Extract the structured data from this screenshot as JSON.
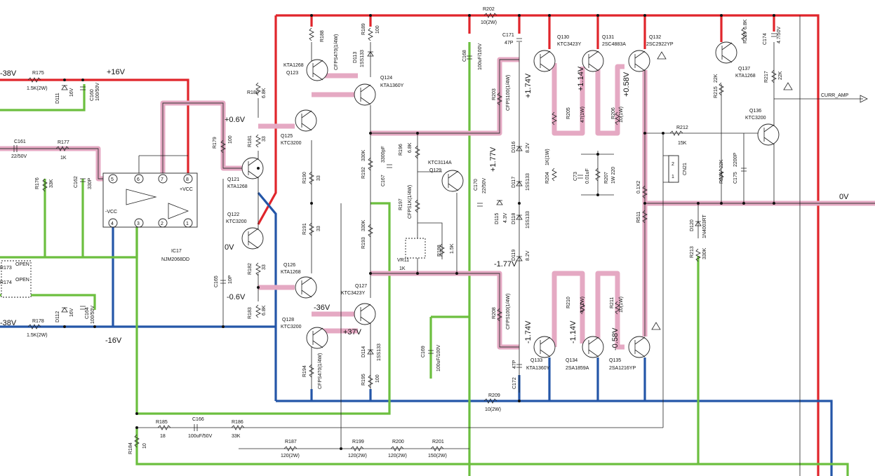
{
  "rails": {
    "pos38": "-38V",
    "neg38": "-38V",
    "pos16": "+16V",
    "neg16": "-16V",
    "out": "0V",
    "curr_amp": "CURR_AMP"
  },
  "voltages": {
    "v_p06": "+0.6V",
    "v_0": "0V",
    "v_n06": "-0.6V",
    "v_n36": "-36V",
    "v_p37": "+37V",
    "v_p177": "+1.77V",
    "v_n177": "-1.77V",
    "v_p174": "+1.74V",
    "v_n174": "-1.74V",
    "v_p114": "+1.14V",
    "v_n114": "-1.14V",
    "v_p058": "+0.58V",
    "v_n058": "-0.58V"
  },
  "parts": {
    "r175": "R175",
    "r175v": "1.5K(2W)",
    "r178": "R178",
    "r178v": "1.5K(2W)",
    "d111": "D111",
    "d111v": "16V",
    "d112": "D112",
    "d112v": "16V",
    "c160": "C160",
    "c160v": "100/50V",
    "c164": "C164",
    "c164v": "100/50V",
    "c161": "C161",
    "c161v": "22/50V",
    "r177": "R177",
    "r177v": "1K",
    "r176": "R176",
    "r176v": "33K",
    "c162": "C162",
    "c162v": "330P",
    "r173": "R173",
    "r174": "R174",
    "open1": "OPEN",
    "open2": "OPEN",
    "ic17": "IC17",
    "ic17v": "NJM2068DD",
    "vcc_p": "+VCC",
    "vcc_n": "-VCC",
    "r179": "R179",
    "r179v": "100",
    "r180": "R180",
    "r180v": "6.8K",
    "r181": "R181",
    "r181v": "33",
    "r182": "R182",
    "r182v": "33",
    "r183": "R183",
    "r183v": "6.8K",
    "c165": "C165",
    "c165v": "10P",
    "q121": "Q121",
    "q121v": "KTA1268",
    "q122": "Q122",
    "q122v": "KTC3200",
    "q123": "Q123",
    "q123v": "KTA1268",
    "q125": "Q125",
    "q125v": "KTC3200",
    "q126": "Q126",
    "q126v": "KTA1268",
    "q128": "Q128",
    "q128v": "KTC3200",
    "r188": "R188",
    "r188v": "CFPS470(1/4W)",
    "r189": "R189",
    "r189v": "100",
    "d113": "D113",
    "d113v": "1SS133",
    "q124": "Q124",
    "q124v": "KTA1360Y",
    "q127": "Q127",
    "q127v": "KTC3423Y",
    "r190": "R190",
    "r190v": "33",
    "r191": "R191",
    "r191v": "33",
    "r192": "R192",
    "r192v": "330K",
    "r193": "R193",
    "r193v": "330K",
    "c167": "C167",
    "c167v": "3300pF",
    "d114": "D114",
    "d114v": "1SS133",
    "r194": "R194",
    "r194v": "CFPS470(1/4W)",
    "r195": "R195",
    "r195v": "100",
    "r196": "R196",
    "r196v": "6.8K",
    "r197": "R197",
    "r197v": "CFPS1K(1/4W)",
    "q129": "Q129",
    "q129v": "KTC3114A",
    "vr11": "VR11",
    "vr11v": "1K",
    "r198": "R198",
    "r198v": "1.5K",
    "c168": "C168",
    "c168v": "100uF/100V",
    "c169": "C169",
    "c169v": "100uF/100V",
    "c170": "C170",
    "c170v": "22/50V",
    "d115": "D115",
    "d115v": "4.3V",
    "r202": "R202",
    "r202v": "10(2W)",
    "r209": "R209",
    "r209v": "10(2W)",
    "c171": "C171",
    "c171v": "47P",
    "c172": "C172",
    "c172v": "47P",
    "r203": "R203",
    "r203v": "CFPS100(1/4W)",
    "r208": "R208",
    "r208v": "CFPS100(1/4W)",
    "d116": "D116",
    "d116v": "8.2V",
    "d117": "D117",
    "d117v": "1SS133",
    "d118": "D118",
    "d118v": "1SS133",
    "d119": "D119",
    "d119v": "8.2V",
    "q130": "Q130",
    "q130v": "KTC3423Y",
    "q131": "Q131",
    "q131v": "2SC4883A",
    "q132": "Q132",
    "q132v": "2SC2922YP",
    "q133": "Q133",
    "q133v": "KTA1360Y",
    "q134": "Q134",
    "q134v": "2SA1859A",
    "q135": "Q135",
    "q135v": "2SA1216YP",
    "r204": "R204",
    "r204v": "1K(1W)",
    "r205": "R205",
    "r205v": "47(1W)",
    "r206": "R206",
    "r206v": "10(1W)",
    "r207": "R207",
    "r207v": "1W 220",
    "c73": "C73",
    "c73v": "0.01uF",
    "r210": "R210",
    "r210v": "47(1W)",
    "r211": "R211",
    "r211v": "10(1W)",
    "r212": "R212",
    "r212v": "15K",
    "cn21": "CN21",
    "r211b": "R511",
    "r211bv": "0.1X2",
    "r213": "R213",
    "r213v": "330K",
    "d120": "D120",
    "d120v": "1N4003RT",
    "r214": "R214",
    "r214v": "22K",
    "c175": "C175",
    "c175v": "2200P",
    "r215": "R215",
    "r215v": "22K",
    "r216": "R216",
    "r216v": "6.8K",
    "c174": "C174",
    "c174v": "4.7/50V",
    "r217": "R217",
    "r217v": "22K",
    "q136": "Q136",
    "q136v": "KTC3200",
    "q137": "Q137",
    "q137v": "KTA1268",
    "r184": "R184",
    "r184v": "10",
    "r185": "R185",
    "r185v": "18",
    "c166": "C166",
    "c166v": "100uF/50V",
    "r186": "R186",
    "r186v": "33K",
    "r187": "R187",
    "r187v": "120(2W)",
    "r199": "R199",
    "r199v": "120(2W)",
    "r200": "R200",
    "r200v": "120(2W)",
    "r201": "R201",
    "r201v": "150(2W)"
  }
}
